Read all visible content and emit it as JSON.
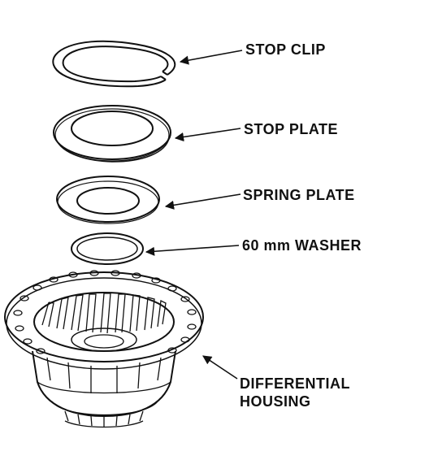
{
  "labels": {
    "stop_clip": "STOP CLIP",
    "stop_plate": "STOP PLATE",
    "spring_plate": "SPRING PLATE",
    "washer": "60 mm WASHER",
    "housing_line1": "DIFFERENTIAL",
    "housing_line2": "HOUSING"
  },
  "colors": {
    "ink": "#111111",
    "background": "#ffffff"
  }
}
